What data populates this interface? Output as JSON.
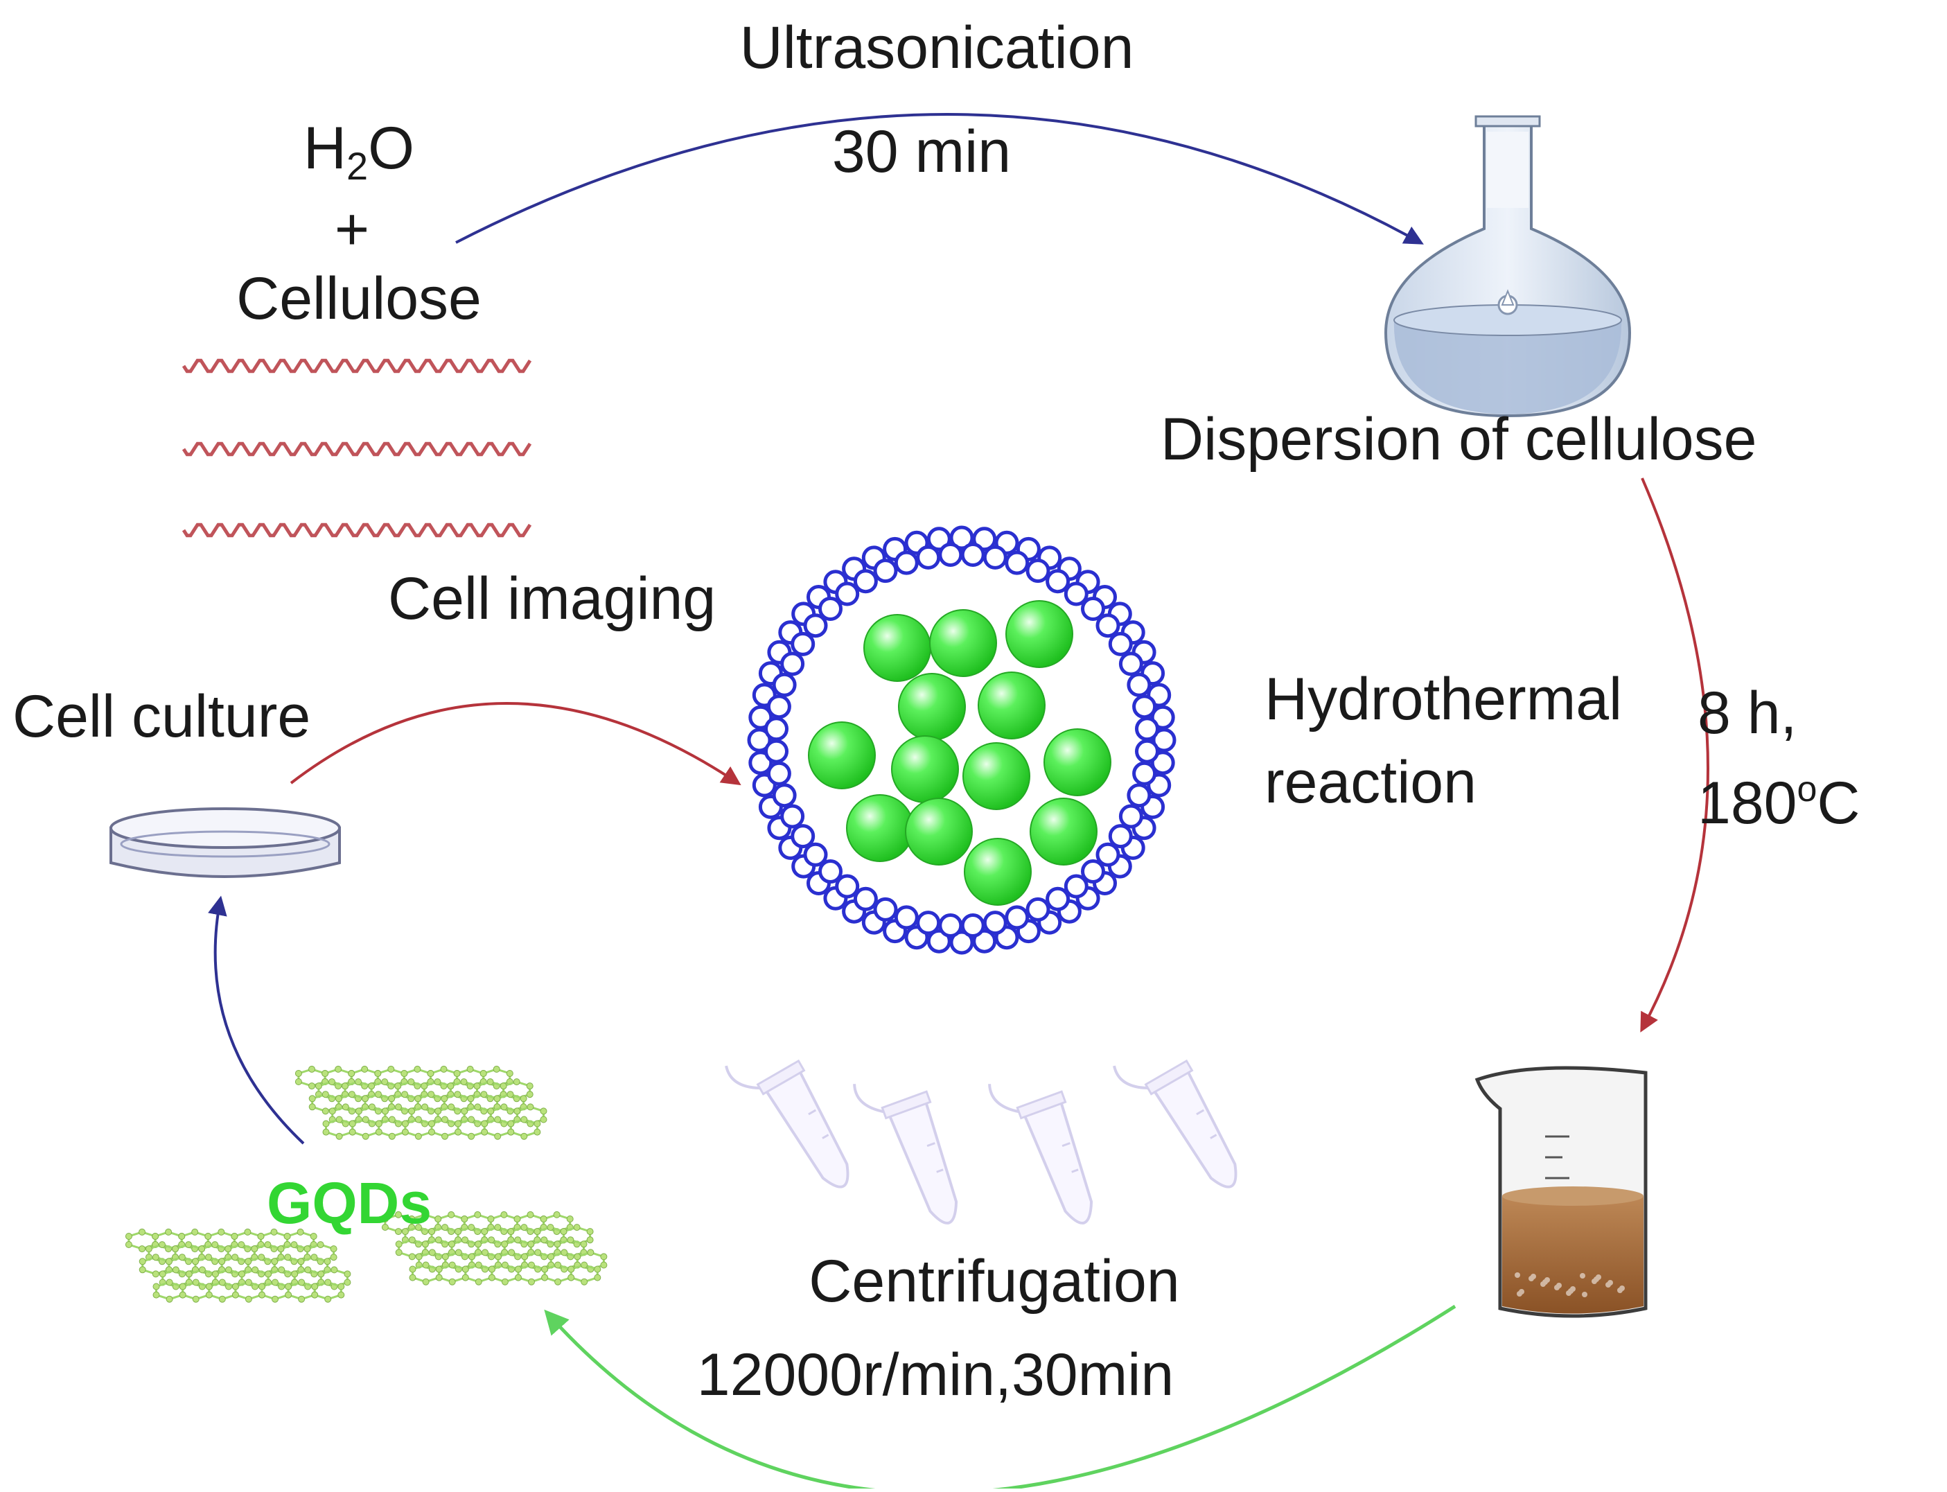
{
  "colors": {
    "blue_arrow": "#2e3192",
    "red_arrow": "#b5333b",
    "green_arrow": "#5fd35f",
    "gqd_label": "#33d633",
    "cellulose_wave": "#c0545a",
    "cell_membrane": "#2a2fd0",
    "vesicle_fill": "#33e633",
    "beaker_liquid": "#a66a3a"
  },
  "labels": {
    "ultrasonication": "Ultrasonication",
    "ultrasonication_time": "30 min",
    "h2o_main": "H",
    "h2o_sub": "2",
    "h2o_tail": "O",
    "plus": "+",
    "cellulose": "Cellulose",
    "dispersion": "Dispersion of cellulose",
    "cell_imaging": "Cell imaging",
    "cell_culture": "Cell culture",
    "hydrothermal_1": "Hydrothermal",
    "hydrothermal_2": "reaction",
    "time_hours": "8 h,",
    "temp_num": "180",
    "temp_sup": "o",
    "temp_unit": "C",
    "gqds": "GQDs",
    "centrifugation": "Centrifugation",
    "centrifugation_params": "12000r/min,30min"
  },
  "icons": {
    "flask": "round-bottom-flask-icon",
    "beaker": "beaker-icon",
    "dish": "petri-dish-icon",
    "tubes": "centrifuge-tube-icon",
    "cell": "cell-vesicle-icon",
    "graphene": "graphene-sheet-icon"
  }
}
